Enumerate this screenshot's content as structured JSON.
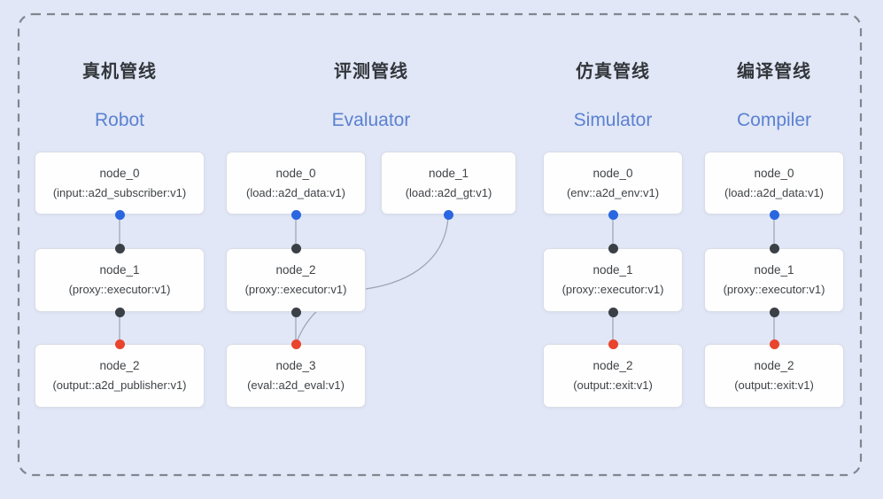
{
  "diagram": {
    "pipelines": [
      {
        "id": "robot",
        "title": "真机管线",
        "subtitle": "Robot",
        "nodes": [
          {
            "name": "node_0",
            "type": "(input::a2d_subscriber:v1)"
          },
          {
            "name": "node_1",
            "type": "(proxy::executor:v1)"
          },
          {
            "name": "node_2",
            "type": "(output::a2d_publisher:v1)"
          }
        ]
      },
      {
        "id": "evaluator",
        "title": "评测管线",
        "subtitle": "Evaluator",
        "nodes": [
          {
            "name": "node_0",
            "type": "(load::a2d_data:v1)"
          },
          {
            "name": "node_1",
            "type": "(load::a2d_gt:v1)"
          },
          {
            "name": "node_2",
            "type": "(proxy::executor:v1)"
          },
          {
            "name": "node_3",
            "type": "(eval::a2d_eval:v1)"
          }
        ]
      },
      {
        "id": "simulator",
        "title": "仿真管线",
        "subtitle": "Simulator",
        "nodes": [
          {
            "name": "node_0",
            "type": "(env::a2d_env:v1)"
          },
          {
            "name": "node_1",
            "type": "(proxy::executor:v1)"
          },
          {
            "name": "node_2",
            "type": "(output::exit:v1)"
          }
        ]
      },
      {
        "id": "compiler",
        "title": "编译管线",
        "subtitle": "Compiler",
        "nodes": [
          {
            "name": "node_0",
            "type": "(load::a2d_data:v1)"
          },
          {
            "name": "node_1",
            "type": "(proxy::executor:v1)"
          },
          {
            "name": "node_2",
            "type": "(output::exit:v1)"
          }
        ]
      }
    ],
    "colors": {
      "bg": "#e1e7f6",
      "node_fill": "#fefefe",
      "node_border": "#d9dde6",
      "edge": "#9aa3b5",
      "dash_border": "#81868f",
      "port_blue": "#2a66df",
      "port_black": "#3b4046",
      "port_red": "#e8442e",
      "title": "#32363b",
      "subtitle": "#5b81d1",
      "node_text": "#3f4347"
    }
  }
}
